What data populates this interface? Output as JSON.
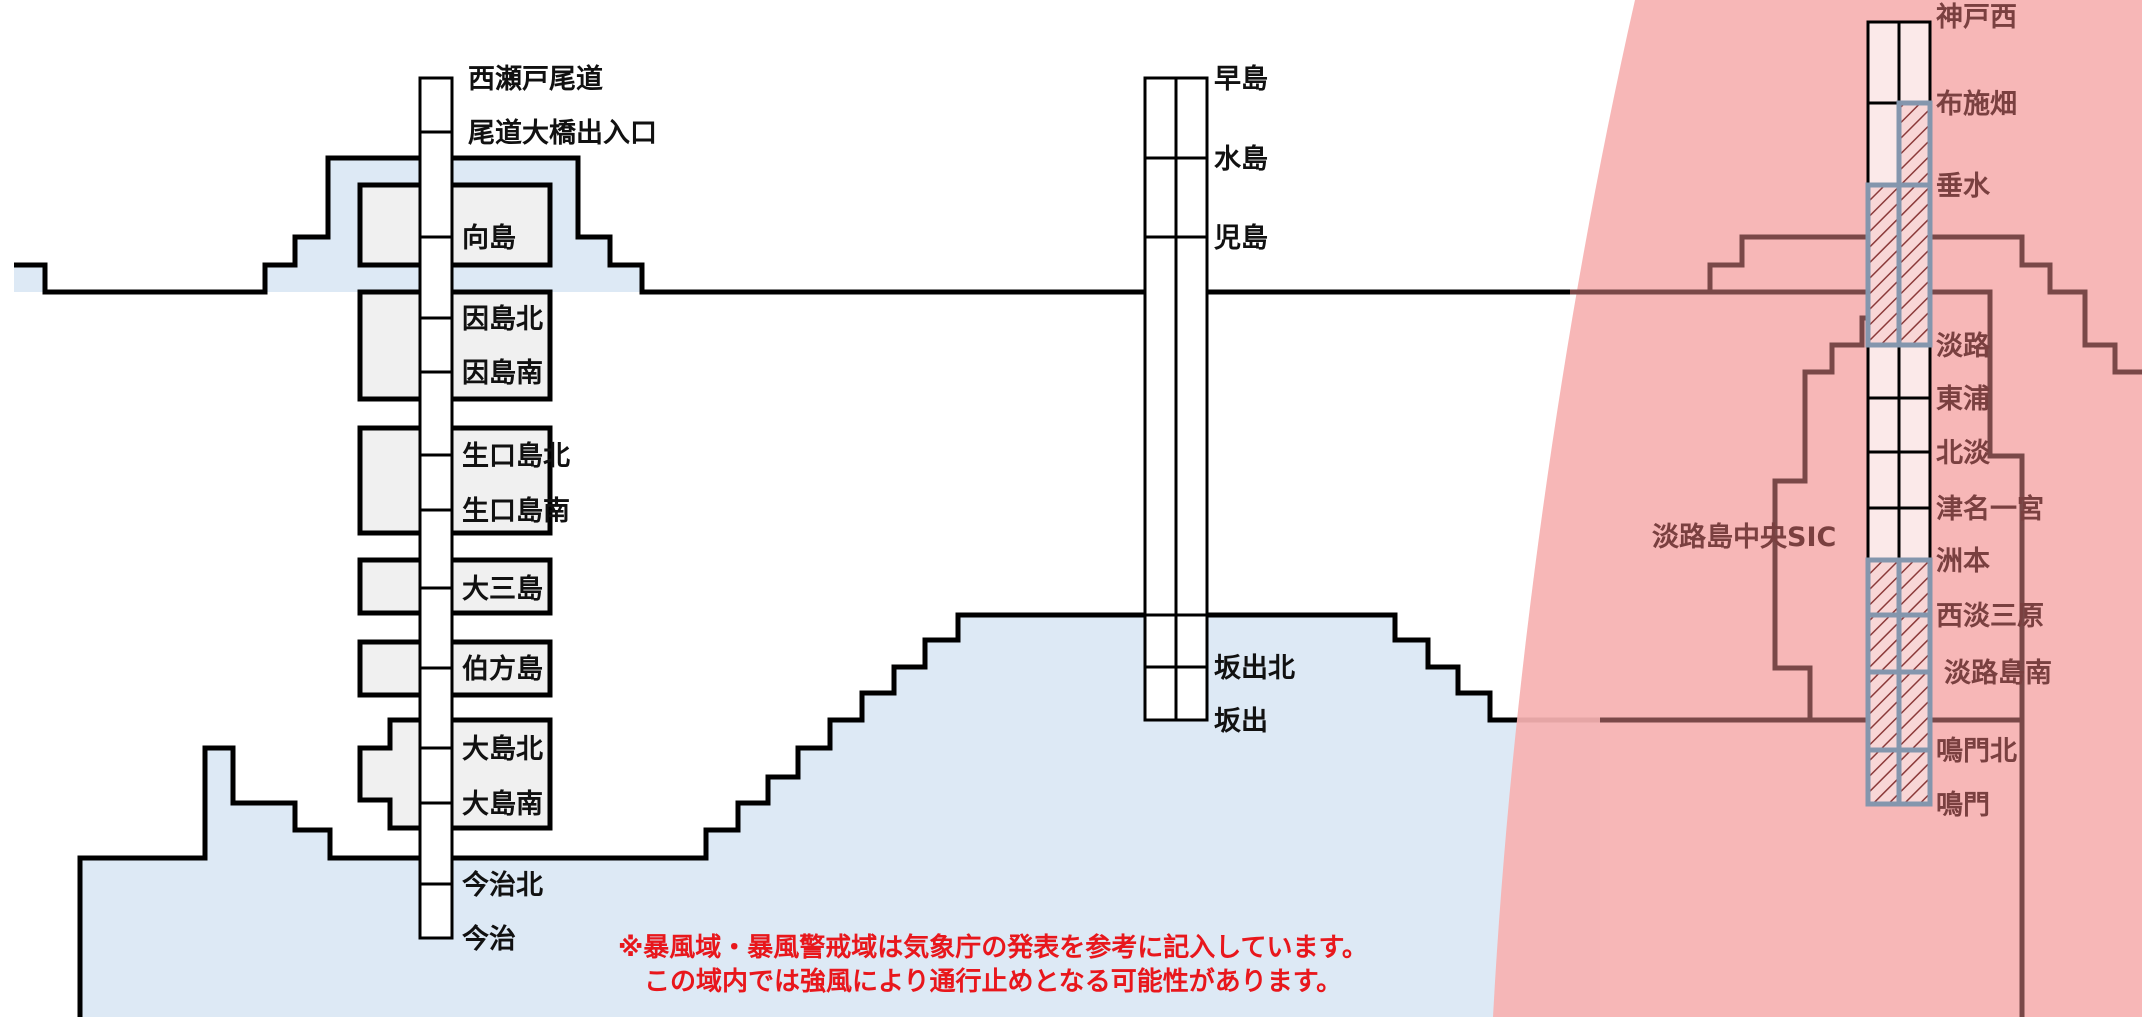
{
  "colors": {
    "sea": "#dde9f5",
    "storm_zone": "#f6b2b2",
    "notice_text": "#e8171c",
    "closed_outline": "#8496ad",
    "island_fill": "#f0f0f0"
  },
  "routes": {
    "nishiseto": {
      "stations": [
        {
          "label": "西瀬戸尾道"
        },
        {
          "label": "尾道大橋出入口"
        },
        {
          "label": "向島"
        },
        {
          "label": "因島北"
        },
        {
          "label": "因島南"
        },
        {
          "label": "生口島北"
        },
        {
          "label": "生口島南"
        },
        {
          "label": "大三島"
        },
        {
          "label": "伯方島"
        },
        {
          "label": "大島北"
        },
        {
          "label": "大島南"
        },
        {
          "label": "今治北"
        },
        {
          "label": "今治"
        }
      ]
    },
    "seto_chuo": {
      "stations": [
        {
          "label": "早島"
        },
        {
          "label": "水島"
        },
        {
          "label": "児島"
        },
        {
          "label": "坂出北"
        },
        {
          "label": "坂出"
        }
      ]
    },
    "kobe_awaji_naruto": {
      "stations": [
        {
          "label": "神戸西"
        },
        {
          "label": "布施畑"
        },
        {
          "label": "垂水"
        },
        {
          "label": "淡路"
        },
        {
          "label": "東浦"
        },
        {
          "label": "北淡"
        },
        {
          "label": "津名一宮"
        },
        {
          "label": "洲本"
        },
        {
          "label": "西淡三原"
        },
        {
          "label": "淡路島南"
        },
        {
          "label": "鳴門北"
        },
        {
          "label": "鳴門"
        }
      ],
      "side_label": "淡路島中央SIC"
    }
  },
  "notice": {
    "line1": "※暴風域・暴風警戒域は気象庁の発表を参考に記入しています。",
    "line2": "この域内では強風により通行止めとなる可能性があります。"
  }
}
